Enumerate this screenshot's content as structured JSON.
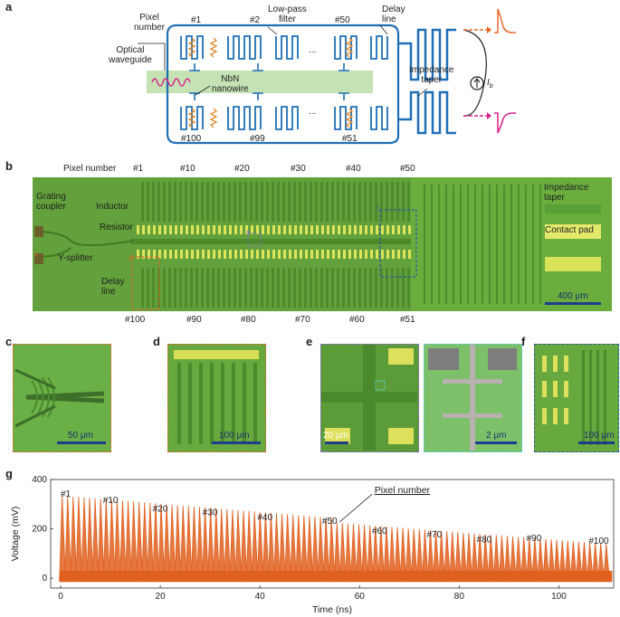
{
  "panels": {
    "a": {
      "letter": "a",
      "pixel_number": [
        "Pixel",
        "number"
      ],
      "pixel_ids_top": [
        "#1",
        "#2",
        "...",
        "#50"
      ],
      "pixel_ids_bottom": [
        "#100",
        "#99",
        "...",
        "#51"
      ],
      "low_pass_filter": [
        "Low-pass",
        "filter"
      ],
      "delay_line": [
        "Delay",
        "line"
      ],
      "optical_waveguide": [
        "Optical",
        "waveguide"
      ],
      "nanowire": [
        "NbN",
        "nanowire"
      ],
      "impedance_taper": [
        "Impedance",
        "taper"
      ],
      "bias_label": "I",
      "bias_sub": "b",
      "colors": {
        "wire": "#1f6fb5",
        "resistor": "#e08a2a",
        "waveguide": "#bfe0b0",
        "pulse_pos": "#e8682a",
        "pulse_neg": "#d8208a"
      }
    },
    "b": {
      "letter": "b",
      "pixel_number": "Pixel number",
      "top_ids": [
        "#1",
        "#10",
        "#20",
        "#30",
        "#40",
        "#50"
      ],
      "bottom_ids": [
        "#100",
        "#90",
        "#80",
        "#70",
        "#60",
        "#51"
      ],
      "labels": {
        "grating_coupler": [
          "Grating",
          "coupler"
        ],
        "inductor": "Inductor",
        "resistor": "Resistor",
        "y_splitter": "Y-splitter",
        "delay_line": [
          "Delay",
          "line"
        ],
        "impedance_taper": [
          "Impedance",
          "taper"
        ],
        "contact_pad": "Contact pad",
        "inset_c": "c",
        "inset_d": "d",
        "inset_e": "e",
        "inset_f": "f"
      },
      "scale": "400 μm"
    },
    "c": {
      "letter": "c",
      "scale": "50 μm"
    },
    "d": {
      "letter": "d",
      "scale": "100 μm"
    },
    "e": {
      "letter": "e",
      "scale_left": "20 μm",
      "scale_right": "2 μm"
    },
    "f": {
      "letter": "f",
      "scale": "100 μm"
    },
    "g": {
      "letter": "g",
      "annotation": "Pixel number"
    }
  },
  "chart_data": {
    "type": "line",
    "title": "",
    "xlabel": "Time (ns)",
    "ylabel": "Voltage (mV)",
    "xlim": [
      -2,
      111
    ],
    "ylim": [
      -40,
      400
    ],
    "xticks": [
      0,
      20,
      40,
      60,
      80,
      100
    ],
    "yticks": [
      0,
      200,
      400
    ],
    "color": "#e0601e",
    "peak_labels": [
      {
        "text": "#1",
        "x": 1,
        "y": 330
      },
      {
        "text": "#10",
        "x": 10,
        "y": 305
      },
      {
        "text": "#20",
        "x": 20,
        "y": 270
      },
      {
        "text": "#30",
        "x": 30,
        "y": 255
      },
      {
        "text": "#40",
        "x": 41,
        "y": 235
      },
      {
        "text": "#50",
        "x": 54,
        "y": 220
      },
      {
        "text": "#60",
        "x": 64,
        "y": 180
      },
      {
        "text": "#70",
        "x": 75,
        "y": 165
      },
      {
        "text": "#80",
        "x": 85,
        "y": 145
      },
      {
        "text": "#90",
        "x": 95,
        "y": 150
      },
      {
        "text": "#100",
        "x": 108,
        "y": 140
      }
    ],
    "series": [
      {
        "pulse_count": 100,
        "t_start": 0.3,
        "t_end": 109.5,
        "peak_first": 335,
        "peak_at_50": 245,
        "peak_at_51": 225,
        "peak_last": 140,
        "baseline_lo": -15,
        "baseline_hi": 30
      }
    ]
  }
}
